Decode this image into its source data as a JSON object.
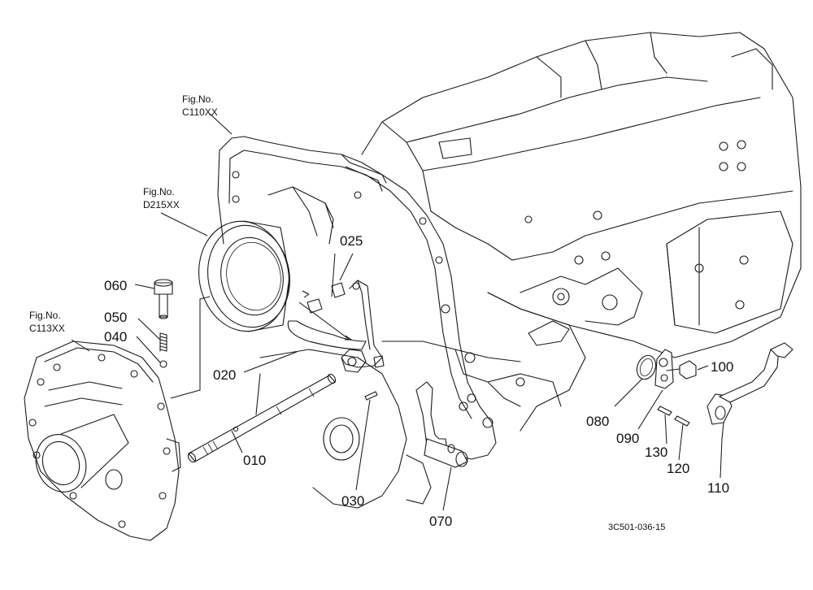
{
  "figure_refs": [
    {
      "id": "c110",
      "line1": "Fig.No.",
      "line2": "C110XX"
    },
    {
      "id": "d215",
      "line1": "Fig.No.",
      "line2": "D215XX"
    },
    {
      "id": "c113",
      "line1": "Fig.No.",
      "line2": "C113XX"
    }
  ],
  "callouts": [
    {
      "id": "025",
      "text": "025"
    },
    {
      "id": "060",
      "text": "060"
    },
    {
      "id": "050",
      "text": "050"
    },
    {
      "id": "040",
      "text": "040"
    },
    {
      "id": "020",
      "text": "020"
    },
    {
      "id": "010",
      "text": "010"
    },
    {
      "id": "030",
      "text": "030"
    },
    {
      "id": "070",
      "text": "070"
    },
    {
      "id": "080",
      "text": "080"
    },
    {
      "id": "090",
      "text": "090"
    },
    {
      "id": "100",
      "text": "100"
    },
    {
      "id": "130",
      "text": "130"
    },
    {
      "id": "120",
      "text": "120"
    },
    {
      "id": "110",
      "text": "110"
    }
  ],
  "drawing_code": "3C501-036-15"
}
